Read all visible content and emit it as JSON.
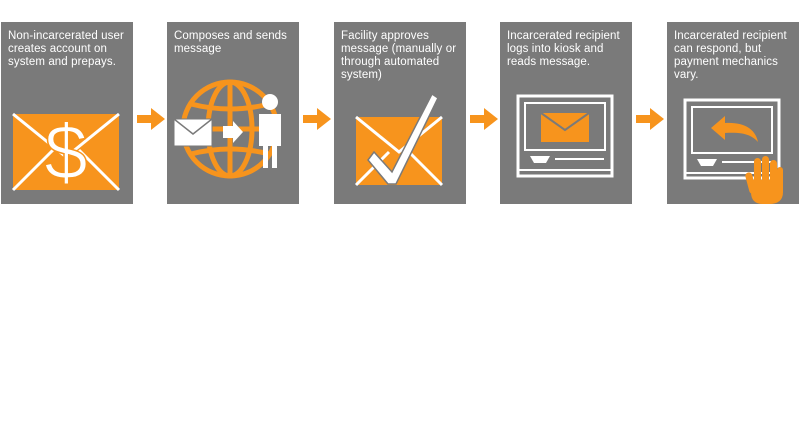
{
  "colors": {
    "accent": "#f7941d",
    "panel": "#7a7a7a",
    "foreground": "#ffffff"
  },
  "steps": [
    {
      "label": "Non-incarcerated user creates account on system and prepays.",
      "icon": "envelope-dollar-icon"
    },
    {
      "label": "Composes and sends message",
      "icon": "globe-send-to-person-icon"
    },
    {
      "label": "Facility approves message (manually or through automated system)",
      "icon": "envelope-checkmark-icon"
    },
    {
      "label": "Incarcerated recipient logs into kiosk and reads message.",
      "icon": "kiosk-message-icon"
    },
    {
      "label": "Incarcerated recipient can respond, but payment mechanics vary.",
      "icon": "kiosk-reply-hand-icon"
    }
  ]
}
